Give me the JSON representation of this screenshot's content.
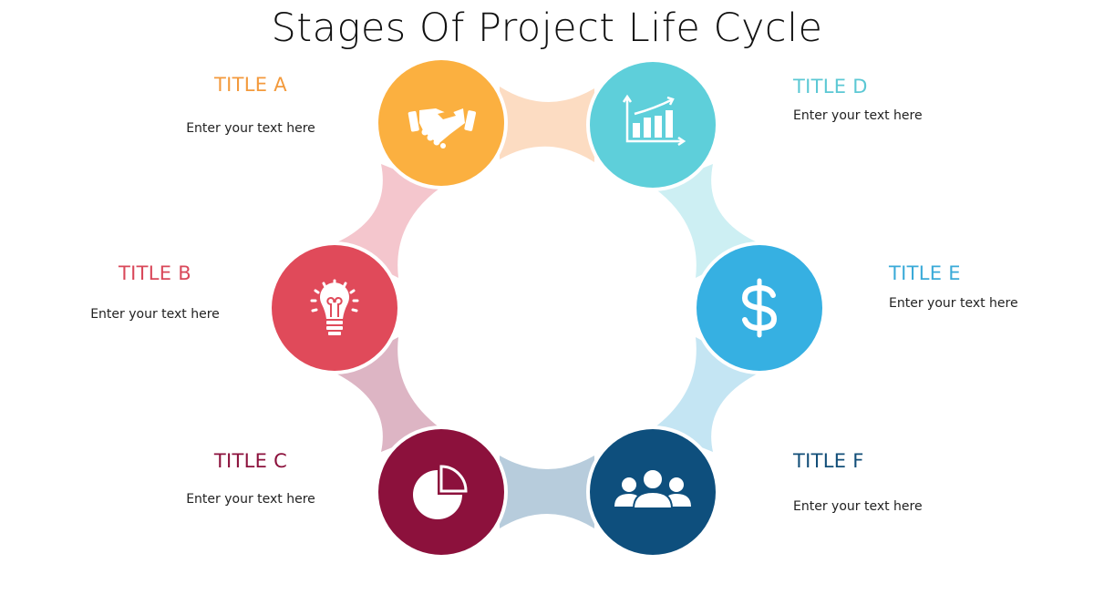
{
  "title": "Stages Of Project Life Cycle",
  "stages": [
    {
      "id": "A",
      "title": "TITLE A",
      "text": "Enter your text here",
      "icon": "handshake-icon",
      "color": "#FBB040",
      "title_color": "#F39A3C"
    },
    {
      "id": "B",
      "title": "TITLE B",
      "text": "Enter your text here",
      "icon": "lightbulb-icon",
      "color": "#E04A5A",
      "title_color": "#D9485A"
    },
    {
      "id": "C",
      "title": "TITLE C",
      "text": "Enter your text here",
      "icon": "pie-chart-icon",
      "color": "#8C113C",
      "title_color": "#8C113C"
    },
    {
      "id": "D",
      "title": "TITLE D",
      "text": "Enter your text here",
      "icon": "bar-chart-growth-icon",
      "color": "#5ECFDA",
      "title_color": "#5CC8D4"
    },
    {
      "id": "E",
      "title": "TITLE E",
      "text": "Enter your text here",
      "icon": "dollar-icon",
      "color": "#36B0E2",
      "title_color": "#3AAAD8"
    },
    {
      "id": "F",
      "title": "TITLE F",
      "text": "Enter your text here",
      "icon": "team-icon",
      "color": "#0E4F7D",
      "title_color": "#124E78"
    }
  ],
  "connectors": [
    {
      "between": "A-D",
      "color": "#FCDCC2"
    },
    {
      "between": "A-B",
      "color": "#F4C6CD"
    },
    {
      "between": "B-C",
      "color": "#DDB5C4"
    },
    {
      "between": "C-F",
      "color": "#B7CCDC"
    },
    {
      "between": "F-E",
      "color": "#C4E5F3"
    },
    {
      "between": "E-D",
      "color": "#CDEFF3"
    }
  ]
}
